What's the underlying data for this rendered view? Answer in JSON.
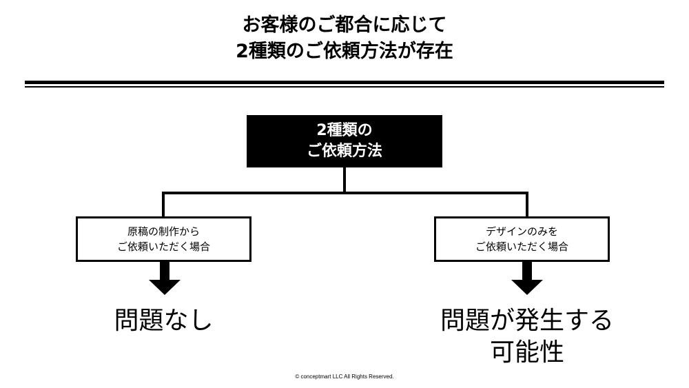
{
  "title": {
    "line1": "お客様のご都合に応じて",
    "line2": "2種類のご依頼方法が存在"
  },
  "root": {
    "line1": "2種類の",
    "line2": "ご依頼方法"
  },
  "branches": [
    {
      "line1": "原稿の制作から",
      "line2": "ご依頼いただく場合",
      "result_line1": "問題なし",
      "result_line2": ""
    },
    {
      "line1": "デザインのみを",
      "line2": "ご依頼いただく場合",
      "result_line1": "問題が発生する",
      "result_line2": "可能性"
    }
  ],
  "footer": "© conceptmart LLC All Rights Reserved.",
  "colors": {
    "ink": "#000000",
    "background": "#ffffff",
    "root_text": "#ffffff"
  }
}
